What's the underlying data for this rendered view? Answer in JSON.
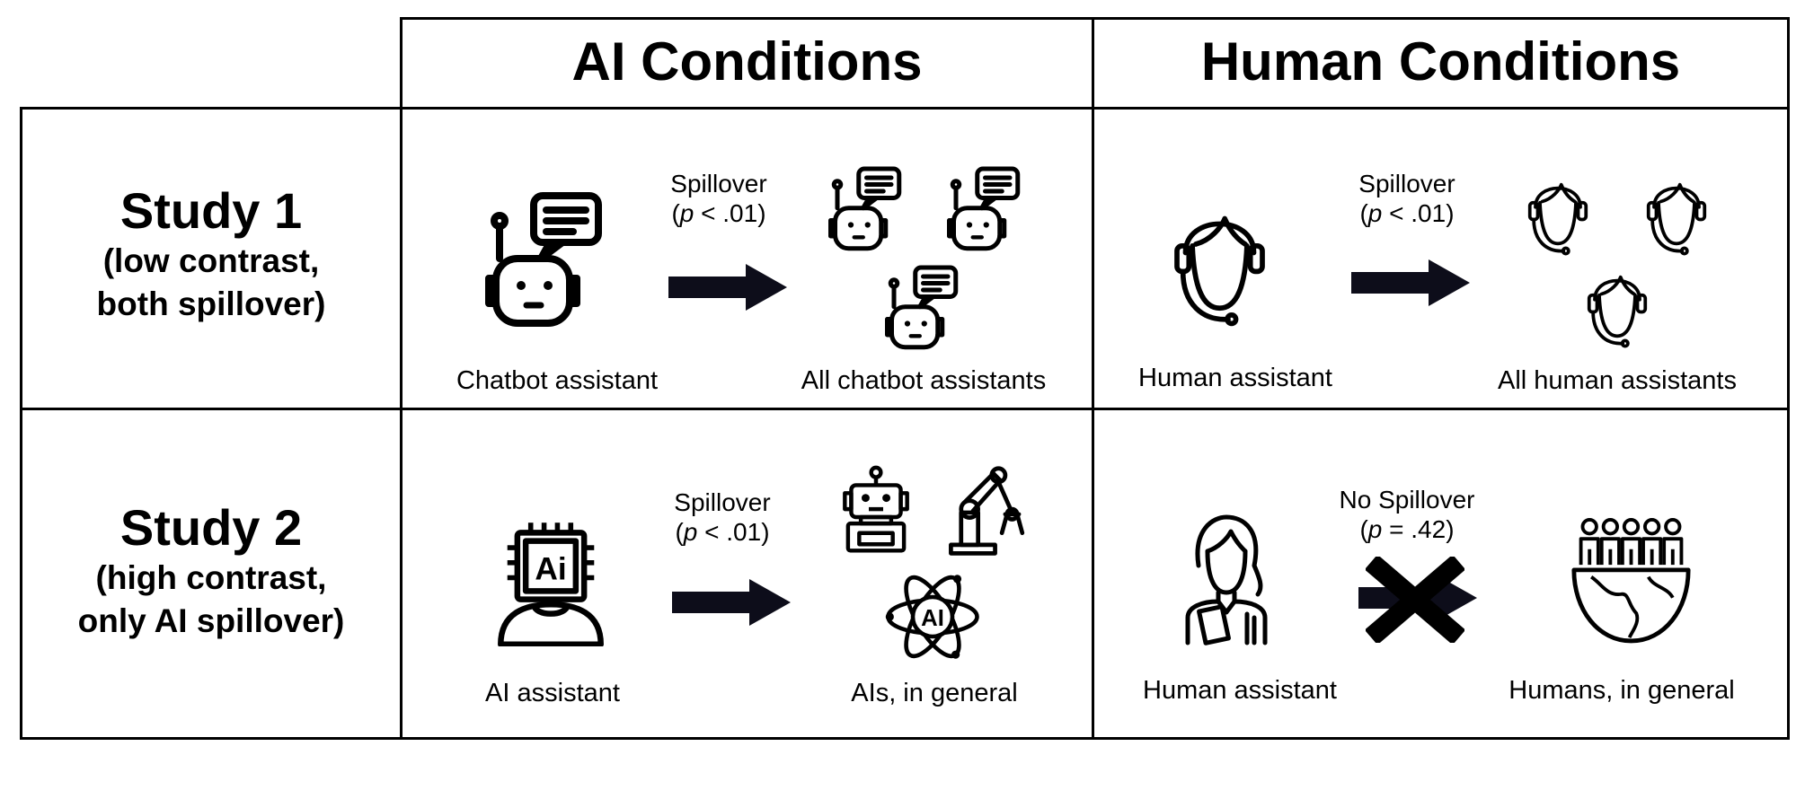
{
  "columns": {
    "ai": "AI Conditions",
    "human": "Human Conditions"
  },
  "rows": [
    {
      "title": "Study 1",
      "subtitle_line1": "(low contrast,",
      "subtitle_line2": "both spillover)",
      "ai": {
        "source_label": "Chatbot assistant",
        "target_label": "All chatbot assistants",
        "effect": "Spillover",
        "p_open": "(",
        "p_symbol": "p",
        "p_rest": " < .01)"
      },
      "human": {
        "source_label": "Human assistant",
        "target_label": "All human assistants",
        "effect": "Spillover",
        "p_open": "(",
        "p_symbol": "p",
        "p_rest": " < .01)"
      }
    },
    {
      "title": "Study 2",
      "subtitle_line1": "(high contrast,",
      "subtitle_line2": "only AI spillover)",
      "ai": {
        "source_label": "AI assistant",
        "target_label": "AIs, in general",
        "effect": "Spillover",
        "p_open": "(",
        "p_symbol": "p",
        "p_rest": " < .01)"
      },
      "human": {
        "source_label": "Human assistant",
        "target_label": "Humans, in general",
        "effect": "No Spillover",
        "p_open": "(",
        "p_symbol": "p",
        "p_rest": " = .42)"
      }
    }
  ],
  "icons": {
    "chatbot": "chatbot-icon",
    "headset_person": "headset-person-icon",
    "ai_chip_person": "ai-chip-person-icon",
    "robot": "robot-icon",
    "robotic_arm": "robotic-arm-icon",
    "ai_atom": "ai-atom-icon",
    "woman_clipboard": "woman-clipboard-icon",
    "crowd_globe": "crowd-globe-icon",
    "arrow": "right-arrow-icon",
    "cross": "x-cross-icon"
  },
  "colors": {
    "arrow_fill": "#0d0d1a",
    "line": "#000000"
  }
}
